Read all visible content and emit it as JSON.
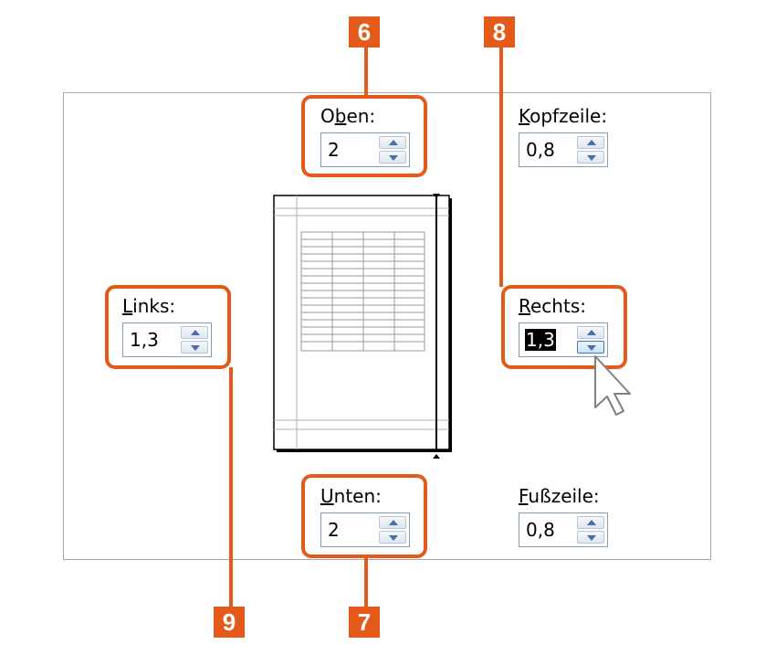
{
  "margins": {
    "top": {
      "label_pre": "O",
      "label_key": "b",
      "label_post": "en:",
      "value": "2"
    },
    "bottom": {
      "label_pre": "",
      "label_key": "U",
      "label_post": "nten:",
      "value": "2"
    },
    "left": {
      "label_pre": "",
      "label_key": "L",
      "label_post": "inks:",
      "value": "1,3"
    },
    "right": {
      "label_pre": "",
      "label_key": "R",
      "label_post": "echts:",
      "value": "1,3"
    },
    "header": {
      "label_pre": "",
      "label_key": "K",
      "label_post": "opfzeile:",
      "value": "0,8"
    },
    "footer": {
      "label_pre": "",
      "label_key": "F",
      "label_post": "ußzeile:",
      "value": "0,8"
    }
  },
  "callouts": {
    "top_number": "6",
    "bottom_number": "7",
    "right_number": "8",
    "left_number": "9"
  },
  "colors": {
    "accent": "#e35a1a",
    "spin_border": "#7f9db9",
    "spin_arrow": "#4a6ea8"
  },
  "icons": {
    "spin_up": "triangle-up",
    "spin_down": "triangle-down",
    "cursor": "mouse-pointer-arrow"
  }
}
